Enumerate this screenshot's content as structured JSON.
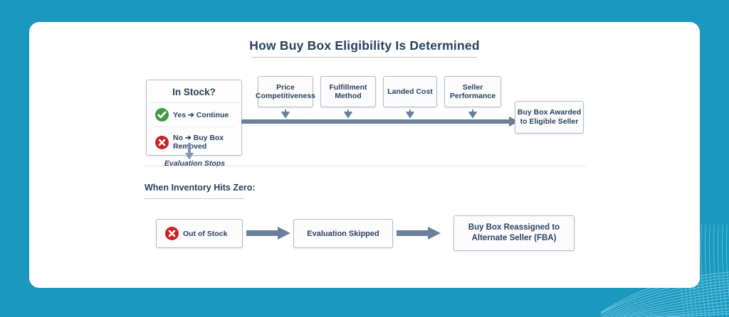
{
  "theme": {
    "background": "#1b98bf",
    "card_background": "#ffffff",
    "heading_color": "#27405e",
    "box_border": "#b4bdcb",
    "arrow_color": "#6b7f99",
    "success_color": "#3f9c43",
    "error_color": "#cc2229"
  },
  "page_title": "How Buy Box Eligibility Is Determined",
  "decision_box": {
    "title": "In Stock?",
    "options": [
      {
        "icon": "check-circle-icon",
        "status": "yes",
        "label": "Yes ➔ Continue"
      },
      {
        "icon": "x-circle-icon",
        "status": "no",
        "label": "No ➔ Buy Box Removed"
      }
    ],
    "stop_label": "Evaluation Stops"
  },
  "criteria": [
    {
      "label": "Price Competitiveness"
    },
    {
      "label": "Fulfillment Method"
    },
    {
      "label": "Landed Cost"
    },
    {
      "label": "Seller Performance"
    }
  ],
  "outcome": {
    "label": "Buy Box Awarded to Eligible Seller"
  },
  "zero_inventory": {
    "heading": "When Inventory Hits Zero:",
    "steps": [
      {
        "icon": "x-circle-icon",
        "label": "Out of Stock"
      },
      {
        "icon": null,
        "label": "Evaluation Skipped"
      },
      {
        "icon": null,
        "label": "Buy Box Reassigned to Alternate Seller (FBA)"
      }
    ]
  }
}
